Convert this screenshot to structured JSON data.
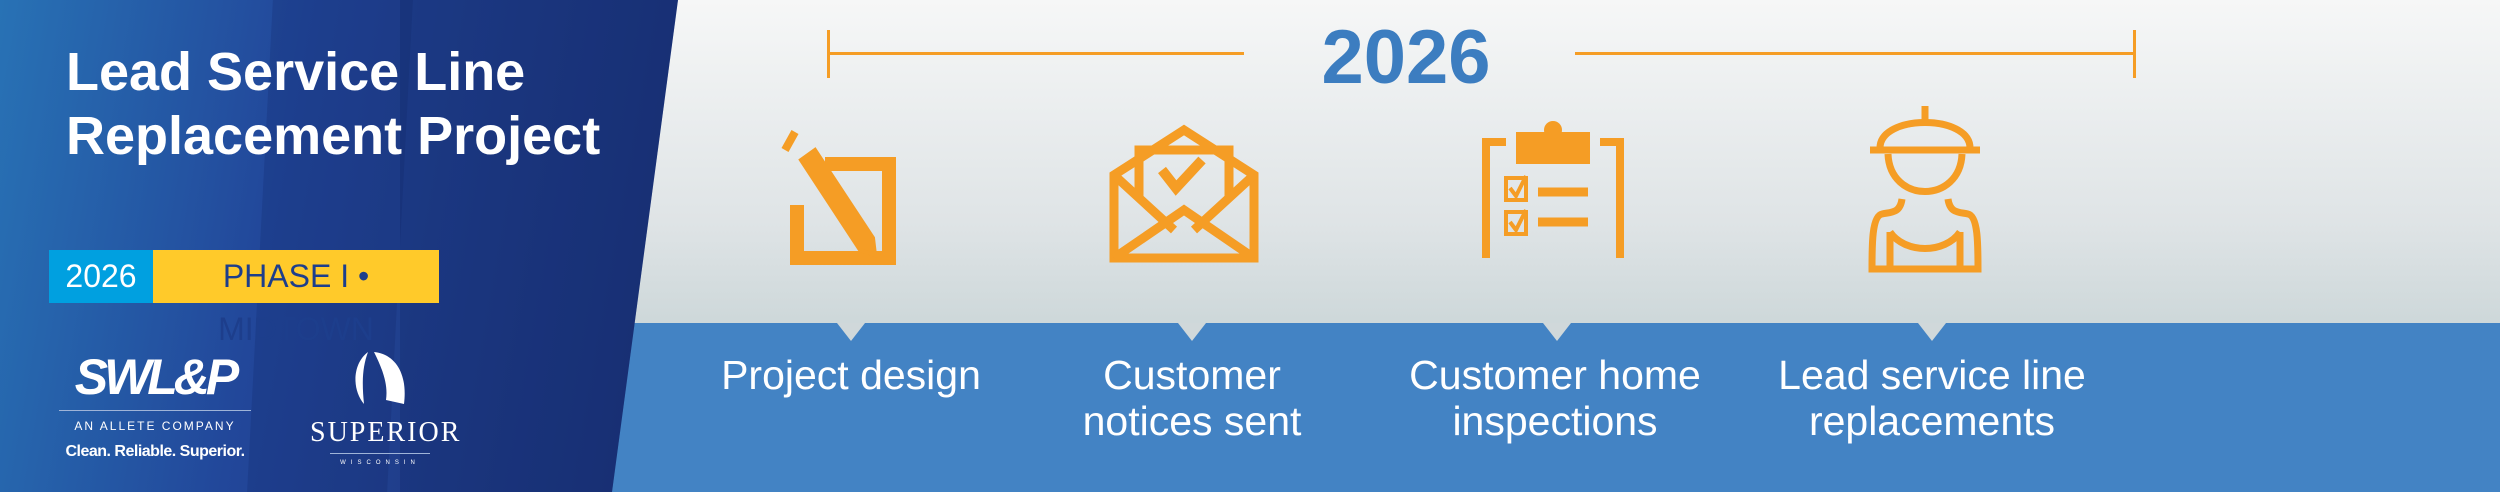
{
  "title": "Lead Service Line Replacement Project",
  "badge": {
    "year": "2026",
    "phase": "PHASE I • MIDTOWN"
  },
  "logos": {
    "swlp": "SWL&P",
    "allete": "AN ALLETE COMPANY",
    "tagline": "Clean. Reliable. Superior.",
    "superior": "SUPERIOR",
    "wisconsin": "WISCONSIN"
  },
  "timeline": {
    "year": "2026"
  },
  "steps": [
    {
      "icon": "pencil-square-icon",
      "label": "Project design"
    },
    {
      "icon": "envelope-check-icon",
      "label": "Customer notices sent"
    },
    {
      "icon": "clipboard-checklist-icon",
      "label": "Customer home inspections"
    },
    {
      "icon": "hardhat-worker-icon",
      "label": "Lead service line replacements"
    }
  ],
  "colors": {
    "orange": "#f59d25",
    "blue": "#4383c4",
    "navy": "#1f3c88",
    "yellow": "#ffca2a",
    "cyan": "#00a0e0"
  }
}
